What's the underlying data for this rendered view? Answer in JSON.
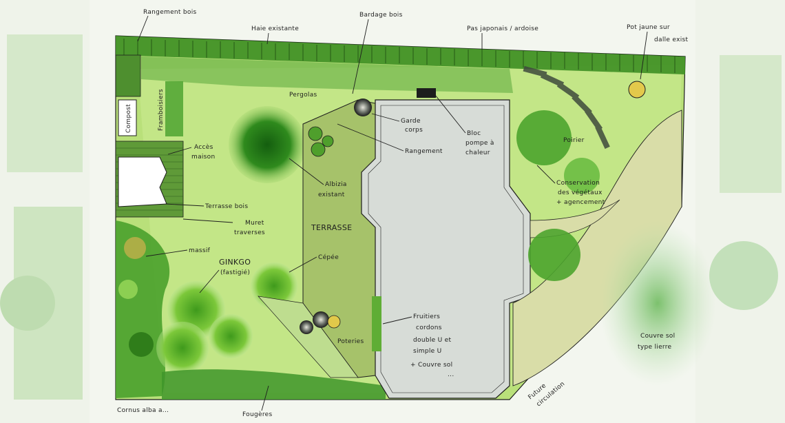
{
  "plan": {
    "labels": {
      "rangement_bois": "Rangement bois",
      "haie_existante": "Haie existante",
      "bardage_bois": "Bardage bois",
      "pas_japonais": "Pas japonais / ardoise",
      "pot_jaune": "Pot jaune sur",
      "dalle_exist": "dalle exist",
      "compost": "Compost",
      "framboisiers": "Framboisiers",
      "acces_maison": "Accès",
      "acces_maison_2": "maison",
      "pergolas": "Pergolas",
      "garde_corps": "Garde",
      "garde_corps_2": "corps",
      "bloc_pompe": "Bloc",
      "bloc_pompe_2": "pompe à",
      "bloc_pompe_3": "chaleur",
      "rangement": "Rangement",
      "albizia": "Albizia",
      "albizia_2": "existant",
      "terrasse_bois": "Terrasse bois",
      "muret": "Muret",
      "muret_2": "traverses",
      "terrasse": "TERRASSE",
      "massif": "massif",
      "ginkgo": "GINKGO",
      "ginkgo_2": "(fastigié)",
      "cepee": "Cépée",
      "poteries": "Poteries",
      "fruitiers": "Fruitiers",
      "fruitiers_2": "cordons",
      "fruitiers_3": "double U et",
      "fruitiers_4": "simple U",
      "fruitiers_5": "+ Couvre sol",
      "fruitiers_6": "...",
      "cornus": "Cornus alba a...",
      "fougeres": "Fougères",
      "future_circulation": "Future",
      "future_circulation_2": "circulation",
      "couvre_sol": "Couvre sol",
      "couvre_sol_2": "type lierre",
      "conservation": "Conservation",
      "conservation_2": "des végétaux",
      "conservation_3": "+ agencement",
      "poirier": "Poirier"
    }
  }
}
